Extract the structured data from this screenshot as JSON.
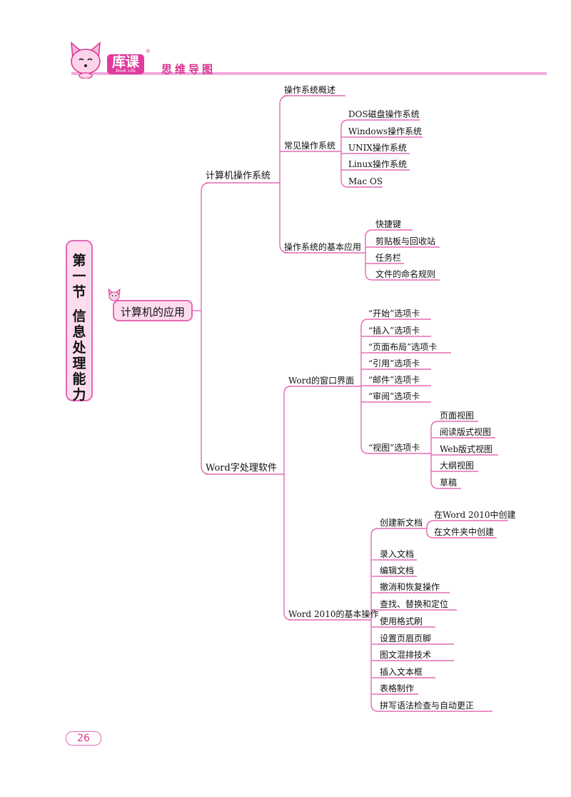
{
  "header": {
    "brand": "库课",
    "brand_sub": "Book Life",
    "reg_mark": "®",
    "title": "思维导图"
  },
  "section_label": [
    "第",
    "一",
    "节",
    "信",
    "息",
    "处",
    "理",
    "能",
    "力"
  ],
  "page_number": "26",
  "colors": {
    "accent": "#e36ab6",
    "accent_fill": "#fcdcee",
    "header_line": "#f2a9dc",
    "brand": "#e13a9e"
  },
  "mindmap": {
    "root": "计算机的应用",
    "branches": [
      {
        "label": "计算机操作系统",
        "children": [
          {
            "label": "操作系统概述"
          },
          {
            "label": "常见操作系统",
            "children": [
              {
                "label": "DOS磁盘操作系统"
              },
              {
                "label": "Windows操作系统"
              },
              {
                "label": "UNIX操作系统"
              },
              {
                "label": "Linux操作系统"
              },
              {
                "label": "Mac OS"
              }
            ]
          },
          {
            "label": "操作系统的基本应用",
            "children": [
              {
                "label": "快捷键"
              },
              {
                "label": "剪贴板与回收站"
              },
              {
                "label": "任务栏"
              },
              {
                "label": "文件的命名规则"
              }
            ]
          }
        ]
      },
      {
        "label": "Word字处理软件",
        "children": [
          {
            "label": "Word的窗口界面",
            "children": [
              {
                "label": "“开始”选项卡"
              },
              {
                "label": "“插入”选项卡"
              },
              {
                "label": "“页面布局”选项卡"
              },
              {
                "label": "“引用”选项卡"
              },
              {
                "label": "“邮件”选项卡"
              },
              {
                "label": "“审阅”选项卡"
              },
              {
                "label": "“视图”选项卡",
                "children": [
                  {
                    "label": "页面视图"
                  },
                  {
                    "label": "阅读版式视图"
                  },
                  {
                    "label": "Web版式视图"
                  },
                  {
                    "label": "大纲视图"
                  },
                  {
                    "label": "草稿"
                  }
                ]
              }
            ]
          },
          {
            "label": "Word 2010的基本操作",
            "children": [
              {
                "label": "创建新文档",
                "children": [
                  {
                    "label": "在Word 2010中创建"
                  },
                  {
                    "label": "在文件夹中创建"
                  }
                ]
              },
              {
                "label": "录入文档"
              },
              {
                "label": "编辑文档"
              },
              {
                "label": "撤消和恢复操作"
              },
              {
                "label": "查找、替换和定位"
              },
              {
                "label": "使用格式刷"
              },
              {
                "label": "设置页眉页脚"
              },
              {
                "label": "图文混排技术"
              },
              {
                "label": "插入文本框"
              },
              {
                "label": "表格制作"
              },
              {
                "label": "拼写语法检查与自动更正"
              }
            ]
          }
        ]
      }
    ]
  }
}
